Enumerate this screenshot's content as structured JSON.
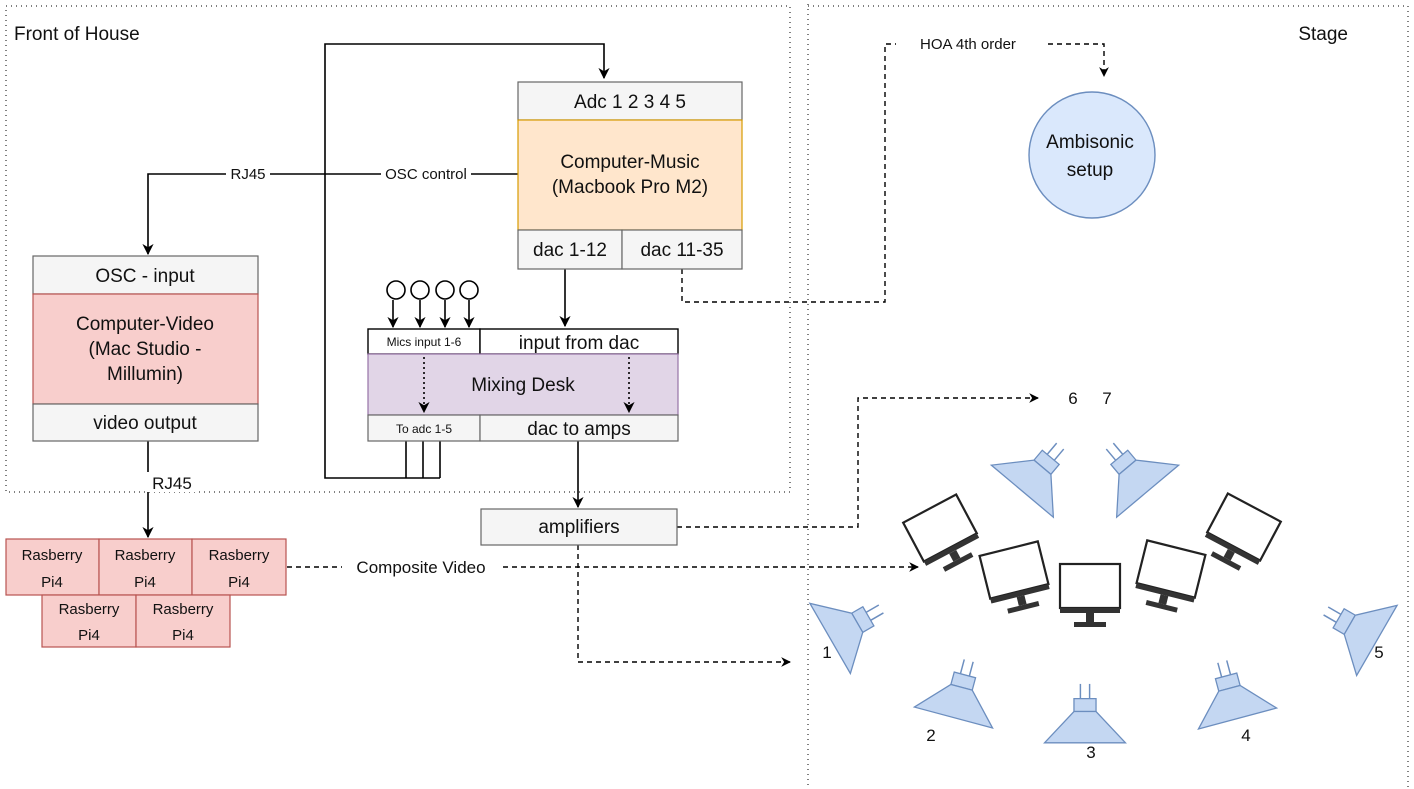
{
  "regions": {
    "foh": "Front of House",
    "stage": "Stage"
  },
  "computer_music": {
    "header": "Adc 1 2 3 4 5",
    "title_line1": "Computer-Music",
    "title_line2": "(Macbook Pro M2)",
    "out_left": "dac 1-12",
    "out_right": "dac 11-35"
  },
  "computer_video": {
    "header": "OSC - input",
    "title_line1": "Computer-Video",
    "title_line2": "(Mac Studio -",
    "title_line3": "Millumin)",
    "footer": "video output"
  },
  "mixing_desk": {
    "in_left": "Mics input 1-6",
    "in_right": "input from dac",
    "title": "Mixing Desk",
    "out_left": "To adc 1-5",
    "out_right": "dac to amps"
  },
  "amplifiers": "amplifiers",
  "ambisonic": {
    "line1": "Ambisonic",
    "line2": "setup"
  },
  "raspberry_pis": [
    {
      "line1": "Rasberry",
      "line2": "Pi4"
    },
    {
      "line1": "Rasberry",
      "line2": "Pi4"
    },
    {
      "line1": "Rasberry",
      "line2": "Pi4"
    },
    {
      "line1": "Rasberry",
      "line2": "Pi4"
    },
    {
      "line1": "Rasberry",
      "line2": "Pi4"
    }
  ],
  "connections": {
    "rj45_control": "RJ45",
    "osc_control": "OSC control",
    "rj45_video": "RJ45",
    "composite_video": "Composite Video",
    "hoa": "HOA 4th order"
  },
  "speaker_numbers": [
    "1",
    "2",
    "3",
    "4",
    "5",
    "6",
    "7"
  ],
  "colors": {
    "music_fill": "#ffe6cc",
    "music_stroke": "#d79b00",
    "video_fill": "#f8cecc",
    "video_stroke": "#b85450",
    "desk_fill": "#e1d5e7",
    "desk_stroke": "#9673a6",
    "ambisonic_fill": "#dae8fc",
    "ambisonic_stroke": "#6c8ebf",
    "speaker_fill": "#c4d7f2",
    "header_fill": "#f5f5f5",
    "header_stroke": "#666666"
  }
}
